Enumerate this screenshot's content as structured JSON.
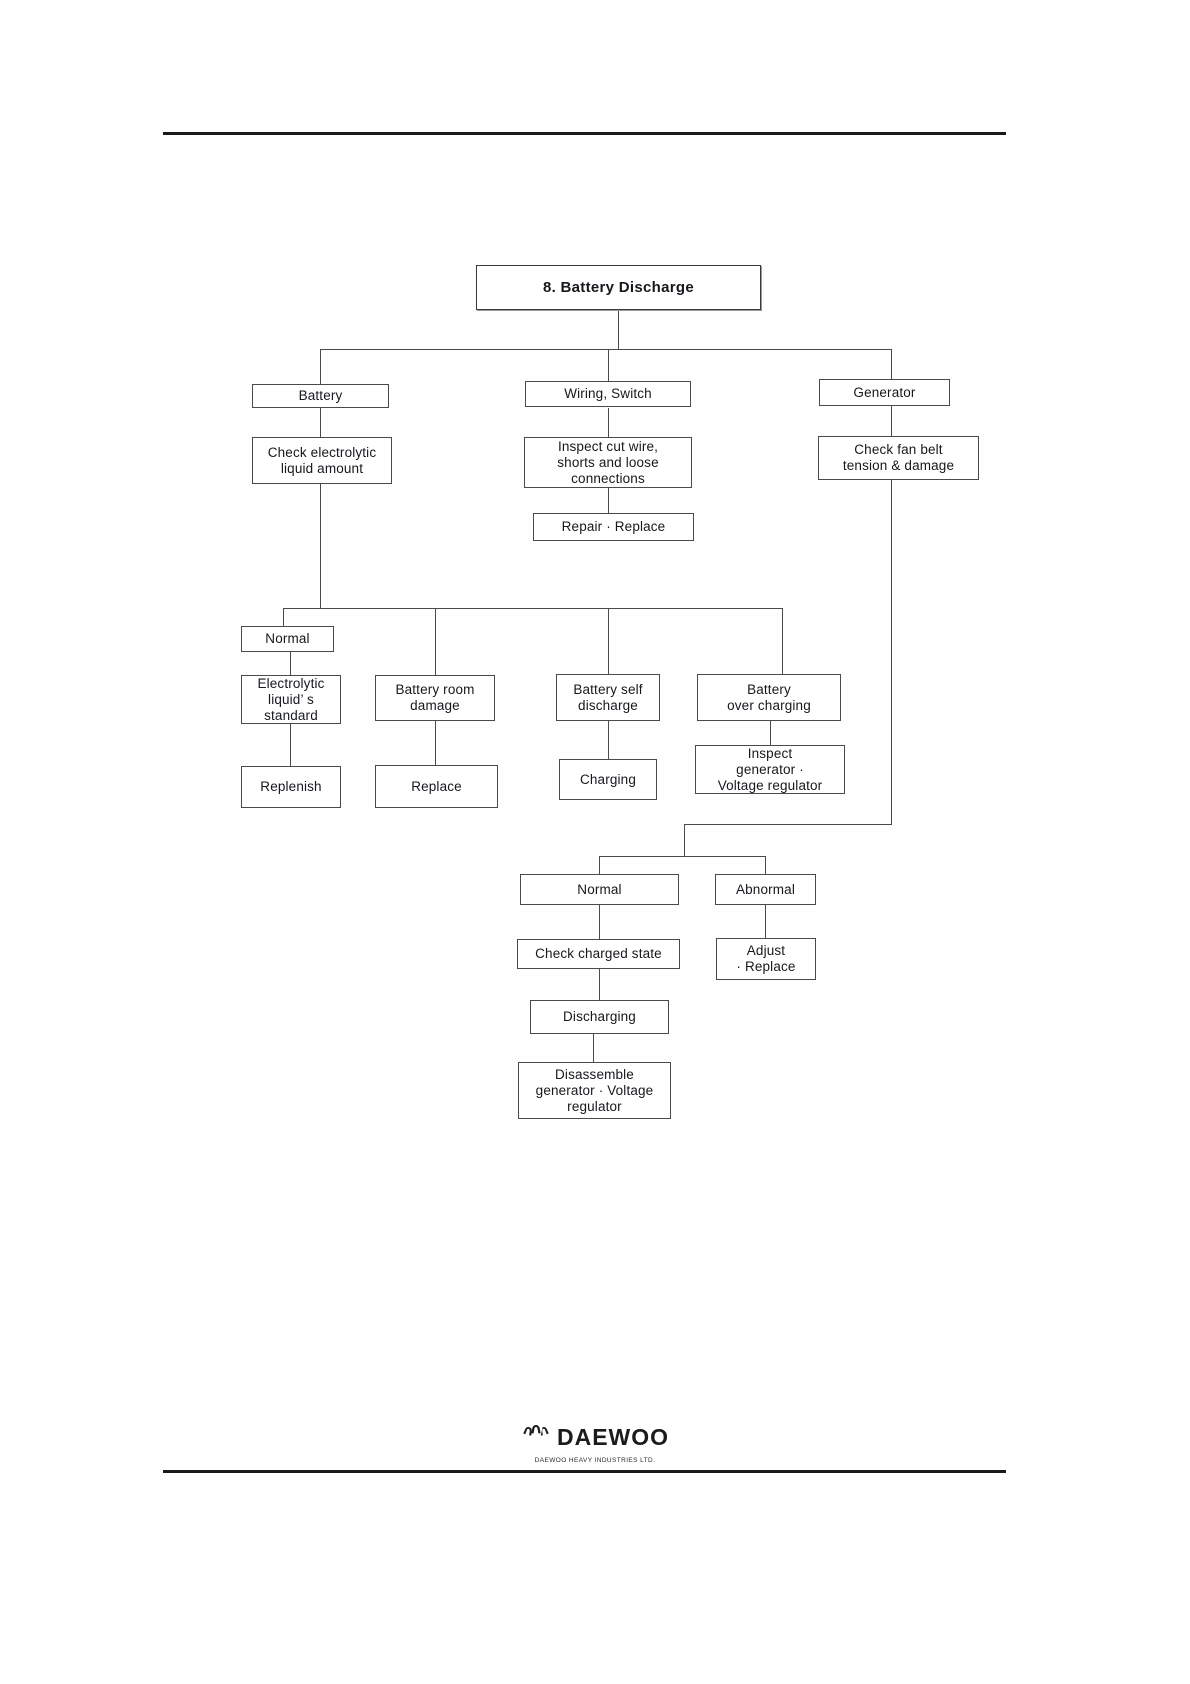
{
  "document": {
    "page_title": "8. Battery Discharge",
    "footer": {
      "brand": "DAEWOO",
      "brand_sub": "DAEWOO HEAVY INDUSTRIES LTD.",
      "logo_icon": "daewoo-shell-logo-icon"
    }
  },
  "chart_data": {
    "type": "diagram",
    "title": "8. Battery Discharge",
    "subtype": "troubleshooting-flowchart",
    "nodes": [
      {
        "id": "title",
        "label": "8. Battery Discharge",
        "level": 0
      },
      {
        "id": "battery",
        "label": "Battery",
        "level": 1
      },
      {
        "id": "wiring",
        "label": "Wiring, Switch",
        "level": 1
      },
      {
        "id": "generator",
        "label": "Generator",
        "level": 1
      },
      {
        "id": "check-electrolytic",
        "label": "Check electrolytic\nliquid amount",
        "level": 2
      },
      {
        "id": "inspect-cut-wire",
        "label": "Inspect cut wire,\nshorts and loose\nconnections",
        "level": 2
      },
      {
        "id": "check-fan-belt",
        "label": "Check fan belt\ntension & damage",
        "level": 2
      },
      {
        "id": "repair-replace",
        "label": "Repair · Replace",
        "level": 3
      },
      {
        "id": "normal-1",
        "label": "Normal",
        "level": 3
      },
      {
        "id": "electrolytic-std",
        "label": "Electrolytic\nliquid’ s\nstandard",
        "level": 4
      },
      {
        "id": "battery-room",
        "label": "Battery room\ndamage",
        "level": 4
      },
      {
        "id": "battery-self",
        "label": "Battery self\ndischarge",
        "level": 4
      },
      {
        "id": "battery-over",
        "label": "Battery\nover charging",
        "level": 4
      },
      {
        "id": "replenish",
        "label": "Replenish",
        "level": 5
      },
      {
        "id": "replace",
        "label": "Replace",
        "level": 5
      },
      {
        "id": "charging",
        "label": "Charging",
        "level": 5
      },
      {
        "id": "inspect-generator",
        "label": "Inspect\ngenerator ·\nVoltage regulator",
        "level": 5
      },
      {
        "id": "normal-2",
        "label": "Normal",
        "level": 6
      },
      {
        "id": "abnormal",
        "label": "Abnormal",
        "level": 6
      },
      {
        "id": "check-charged",
        "label": "Check charged state",
        "level": 7
      },
      {
        "id": "adjust-replace",
        "label": "Adjust\n· Replace",
        "level": 7
      },
      {
        "id": "discharging",
        "label": "Discharging",
        "level": 8
      },
      {
        "id": "disassemble",
        "label": "Disassemble\ngenerator · Voltage\nregulator",
        "level": 9
      }
    ],
    "edges": [
      {
        "from": "title",
        "to": "battery"
      },
      {
        "from": "title",
        "to": "wiring"
      },
      {
        "from": "title",
        "to": "generator"
      },
      {
        "from": "battery",
        "to": "check-electrolytic"
      },
      {
        "from": "wiring",
        "to": "inspect-cut-wire"
      },
      {
        "from": "generator",
        "to": "check-fan-belt"
      },
      {
        "from": "inspect-cut-wire",
        "to": "repair-replace"
      },
      {
        "from": "check-electrolytic",
        "to": "normal-1"
      },
      {
        "from": "check-electrolytic",
        "to": "battery-room"
      },
      {
        "from": "check-electrolytic",
        "to": "battery-self"
      },
      {
        "from": "check-electrolytic",
        "to": "battery-over"
      },
      {
        "from": "normal-1",
        "to": "electrolytic-std"
      },
      {
        "from": "electrolytic-std",
        "to": "replenish"
      },
      {
        "from": "battery-room",
        "to": "replace"
      },
      {
        "from": "battery-self",
        "to": "charging"
      },
      {
        "from": "battery-over",
        "to": "inspect-generator"
      },
      {
        "from": "check-fan-belt",
        "to": "normal-2"
      },
      {
        "from": "check-fan-belt",
        "to": "abnormal"
      },
      {
        "from": "normal-2",
        "to": "check-charged"
      },
      {
        "from": "abnormal",
        "to": "adjust-replace"
      },
      {
        "from": "check-charged",
        "to": "discharging"
      },
      {
        "from": "discharging",
        "to": "disassemble"
      }
    ],
    "colors": {
      "box_border": "#4a4a4a",
      "connector": "#4a4a4a",
      "text": "#15181c",
      "background": "#ffffff"
    }
  }
}
